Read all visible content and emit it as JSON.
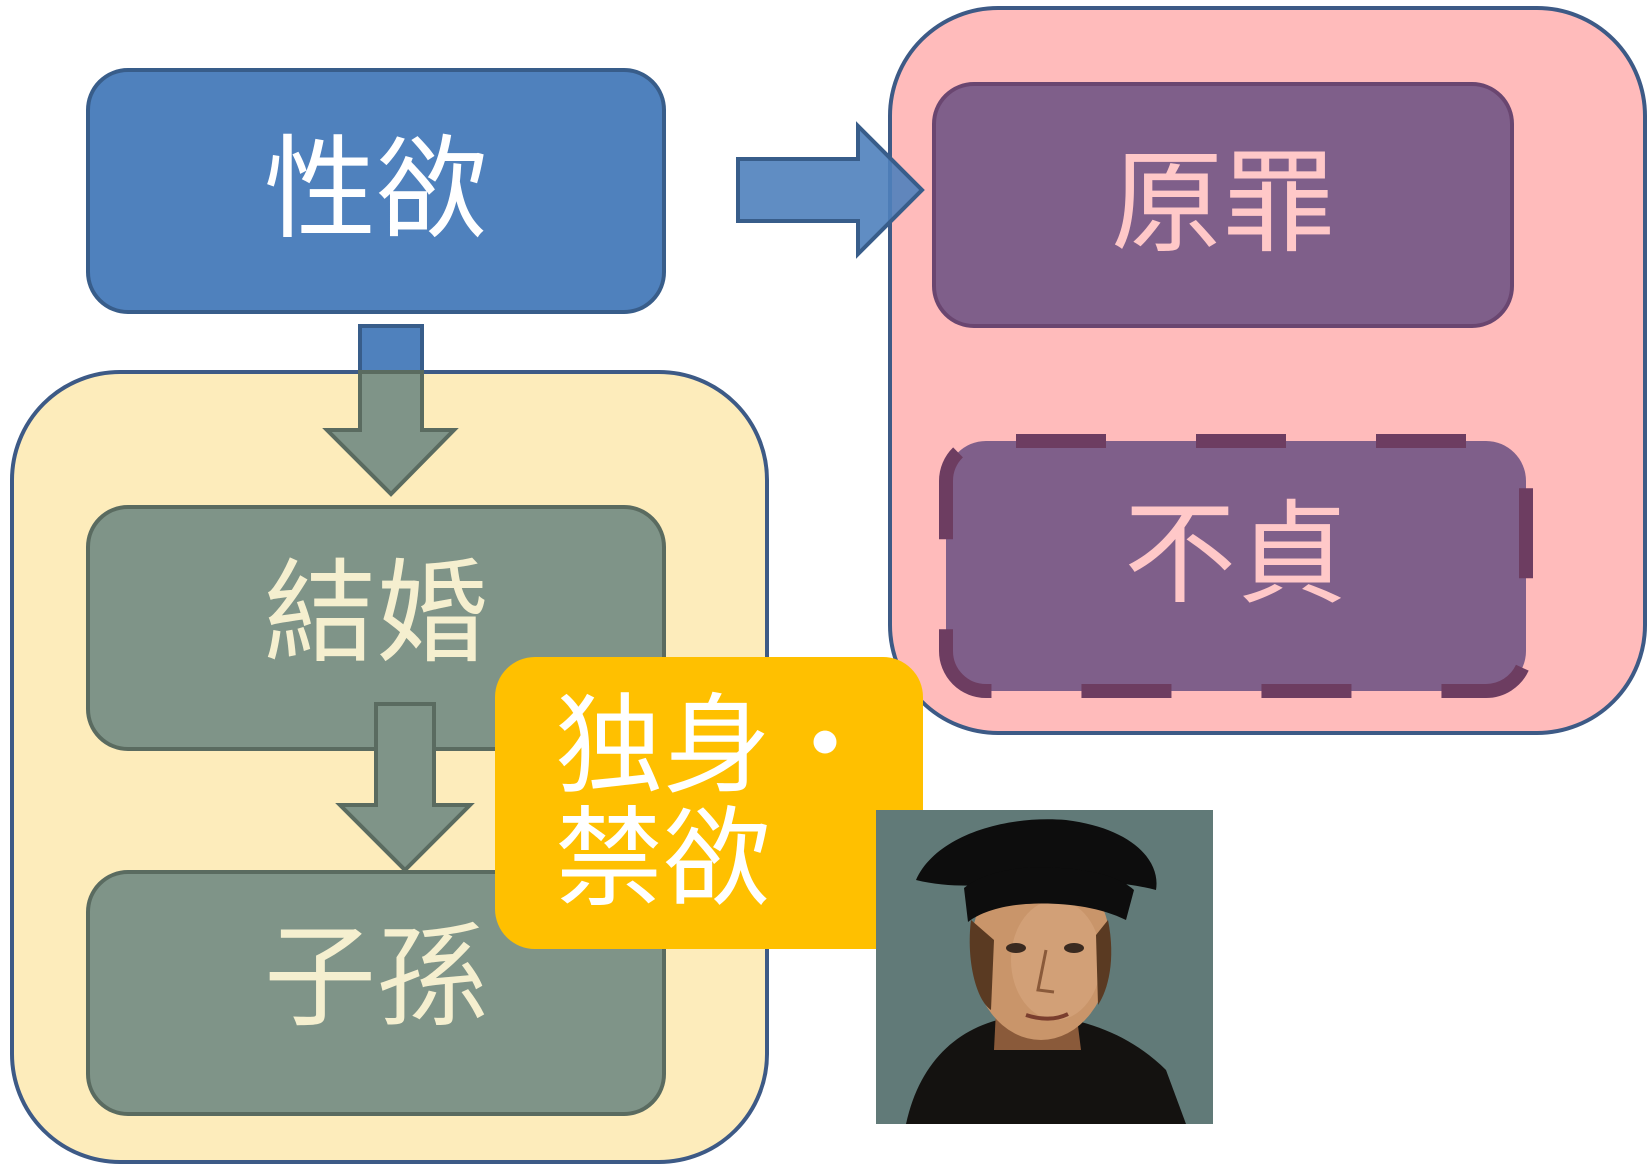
{
  "colors": {
    "background": "#ffffff",
    "blue_fill": "#4f81bd",
    "blue_stroke": "#385d8a",
    "green_fill": "#7f9488",
    "green_stroke": "#5a6b60",
    "cream_fill": "#fdecbb",
    "pink_fill": "#ffbbbb",
    "purple_fill": "#7f5f8a",
    "purple_stroke": "#6a4670",
    "dashed_stroke": "#6d3d61",
    "gold_fill": "#ffc000",
    "white_text": "#ffffff",
    "cream_text": "#f5efcf",
    "pink_text": "#ffc8c8"
  },
  "nodes": {
    "lust": "性欲",
    "marriage": "結婚",
    "descendants": "子孫",
    "original_sin": "原罪",
    "infidelity": "不貞",
    "celibacy_line1": "独身・",
    "celibacy_line2": "禁欲"
  },
  "portrait": {
    "icon": "portrait-of-man-in-black-cap"
  }
}
